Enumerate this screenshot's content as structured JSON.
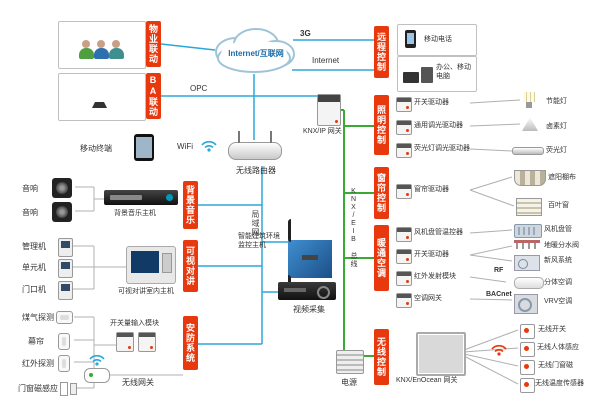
{
  "colors": {
    "accent_red": "#e8380d",
    "bus_green": "#3aaa35",
    "net_blue": "#2aa8d8"
  },
  "sections": {
    "property": "物业联动",
    "ba": "BA联动",
    "bgm": "背景音乐",
    "intercom": "可视对讲",
    "security": "安防系统",
    "remote": "远程控制",
    "lighting": "照明控制",
    "curtain": "窗帘控制",
    "hvac": "暖通空调",
    "wireless": "无线控制"
  },
  "net": {
    "cloud": "Internet/互联网",
    "g3": "3G",
    "internet": "Internet",
    "opc": "OPC",
    "wifi": "WiFi",
    "mobile_terminal": "移动终端",
    "router": "无线路由器",
    "knx_ip_gw": "KNX/IP 网关",
    "lan": "局域网",
    "knx_bus": "KNX/EIB 总线",
    "monitor_host": "智能建筑环境监控主机",
    "video_capture": "视频采集",
    "power": "电源",
    "enocean_gw": "KNX/EnOcean 网关"
  },
  "remote": {
    "phone": "移动电话",
    "pc": "办公、移动电脑"
  },
  "left": {
    "speaker1": "音响",
    "speaker2": "音响",
    "bgm_host": "背景音乐主机",
    "mgr": "管理机",
    "unit": "单元机",
    "door": "门口机",
    "intercom_host": "可视对讲室内主机",
    "gas": "煤气探测",
    "shade": "幕帘",
    "ir": "红外探测",
    "magnet": "门窗磁感应",
    "di_module": "开关量输入模块",
    "wireless_gw": "无线网关"
  },
  "lighting": {
    "drivers": {
      "sw": "开关驱动器",
      "dim": "通用调光驱动器",
      "fl_dim": "荧光灯调光驱动器"
    },
    "loads": {
      "cfl": "节能灯",
      "halogen": "卤素灯",
      "tube": "荧光灯"
    }
  },
  "curtain": {
    "driver": "窗帘驱动器",
    "awning": "遮阳棚布",
    "blinds": "百叶窗"
  },
  "hvac": {
    "modules": {
      "thermo": "风机盘管温控器",
      "sw": "开关驱动器",
      "ir_tx": "红外发射模块",
      "ac_gw": "空调网关"
    },
    "loads": {
      "fcu": "风机盘管",
      "manifold": "地暖分水阀",
      "fresh": "新风系统",
      "split": "分体空调",
      "vrv": "VRV空调"
    },
    "protocols": {
      "rf": "RF",
      "bacnet": "BACnet"
    }
  },
  "wireless": {
    "sw": "无线开关",
    "motion": "无线人体感应",
    "magnet": "无线门窗磁",
    "temp": "无线温度传感器"
  }
}
